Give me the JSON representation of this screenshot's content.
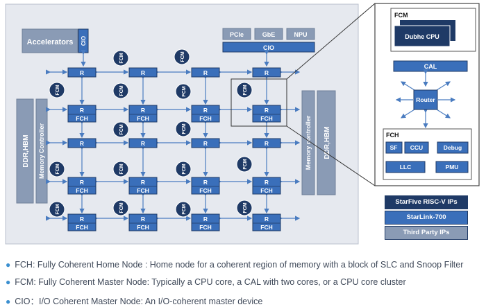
{
  "blocks": {
    "accelerators": "Accelerators",
    "cio_small": "CIO",
    "pcie": "PCIe",
    "gbe": "GbE",
    "npu": "NPU",
    "cio_bar": "CIO",
    "ddr_left": "DDR,HBM",
    "memctrl_left": "Memory Controller",
    "memctrl_right": "Memory controller",
    "ddr_right": "DDR,HBM"
  },
  "mesh": {
    "router_label": "R",
    "fch_label": "FCH",
    "fcm_label": "FCM"
  },
  "detail": {
    "fcm_title": "FCM",
    "cpu": "Dubhe CPU",
    "cal": "CAL",
    "router": "Router",
    "fch_title": "FCH",
    "sf": "SF",
    "ccu": "CCU",
    "debug": "Debug",
    "llc": "LLC",
    "pmu": "PMU"
  },
  "key": [
    {
      "label": "StarFive RISC-V IPs",
      "color": "#1f3a66"
    },
    {
      "label": "StarLink-700",
      "color": "#3a6fba"
    },
    {
      "label": "Third Party IPs",
      "color": "#8a9bb5"
    }
  ],
  "legend": [
    "FCH: Fully Coherent Home Node : Home node for a coherent region of memory with a block of SLC and Snoop Filter",
    "FCM: Fully Coherent Master Node: Typically a CPU core, a CAL with two cores, or a CPU core cluster",
    "CIO：I/O Coherent Master Node: An I/O-coherent master device"
  ],
  "colors": {
    "mesh_bg": "#e6e9ef",
    "node": "#3a6fba",
    "node_dark": "#2a5aa0",
    "third_party": "#8a9bb5",
    "starfive": "#1f3a66",
    "arrow": "#4a7cc0"
  }
}
